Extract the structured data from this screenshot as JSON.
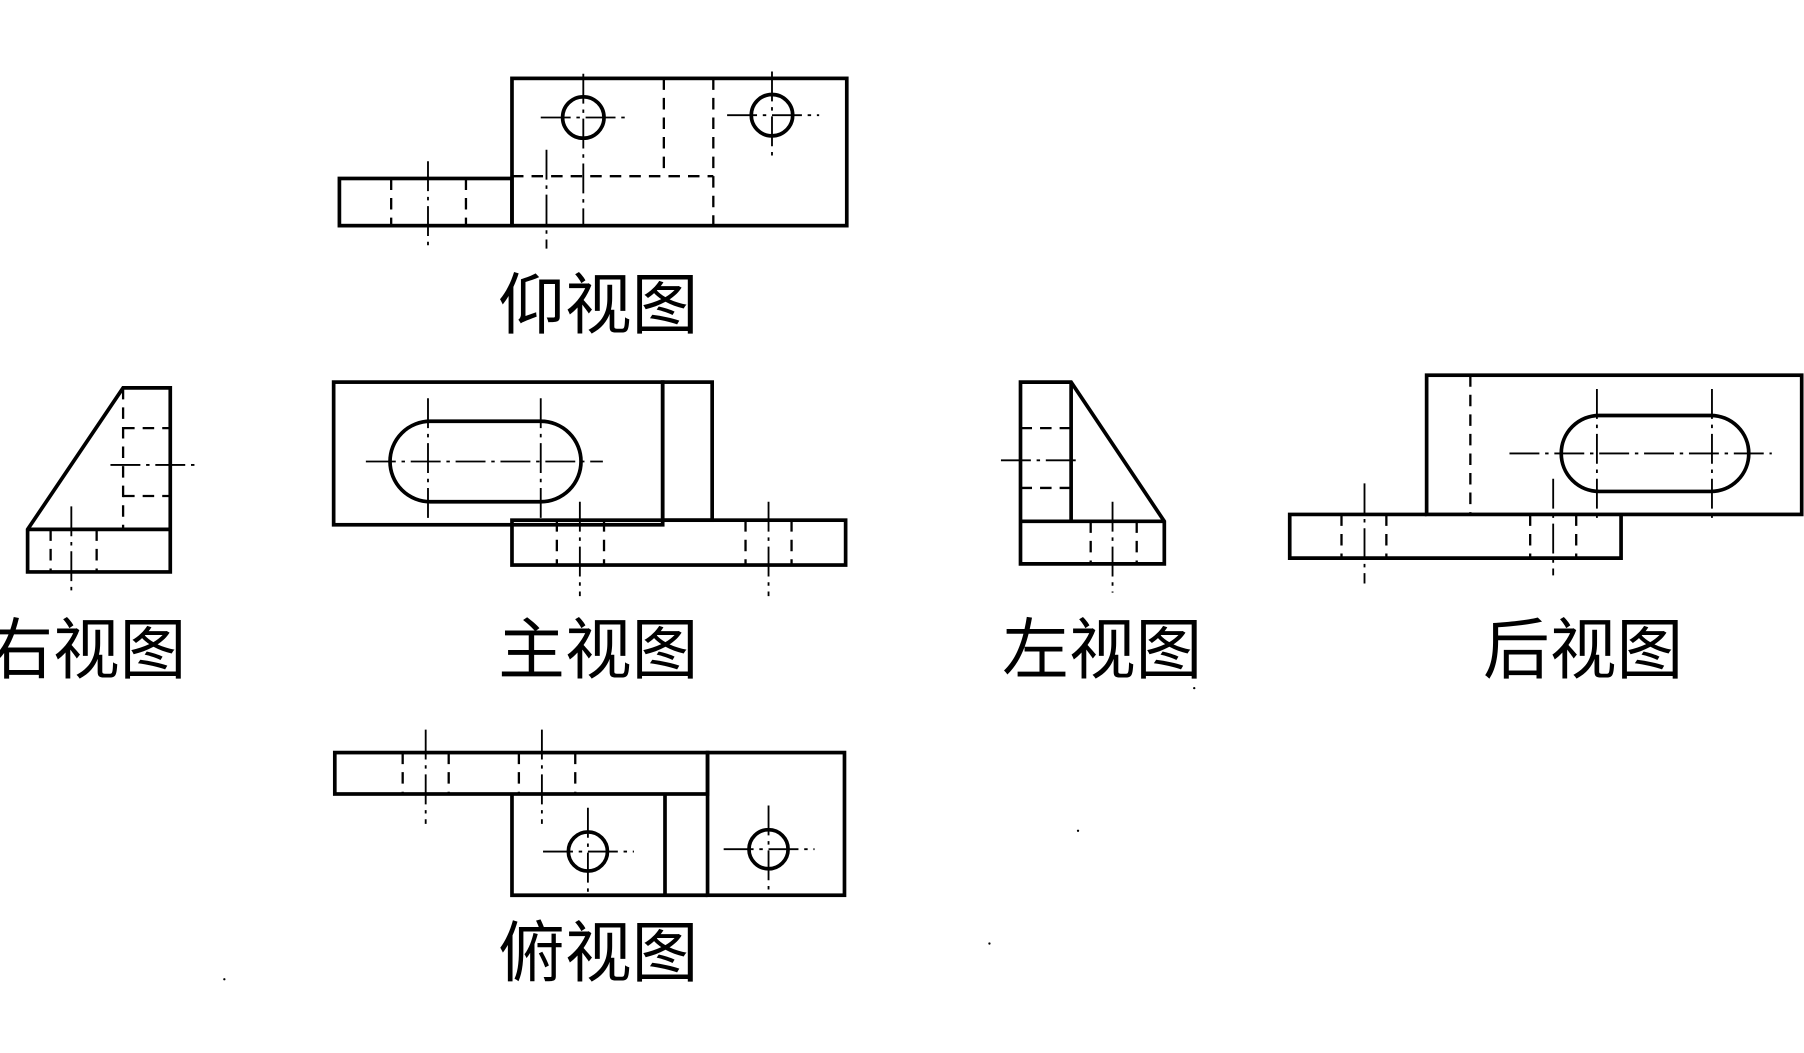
{
  "views": {
    "bottom": {
      "label": "仰视图"
    },
    "right": {
      "label": "右视图"
    },
    "front": {
      "label": "主视图"
    },
    "left": {
      "label": "左视图"
    },
    "rear": {
      "label": "后视图"
    },
    "top": {
      "label": "俯视图"
    }
  }
}
